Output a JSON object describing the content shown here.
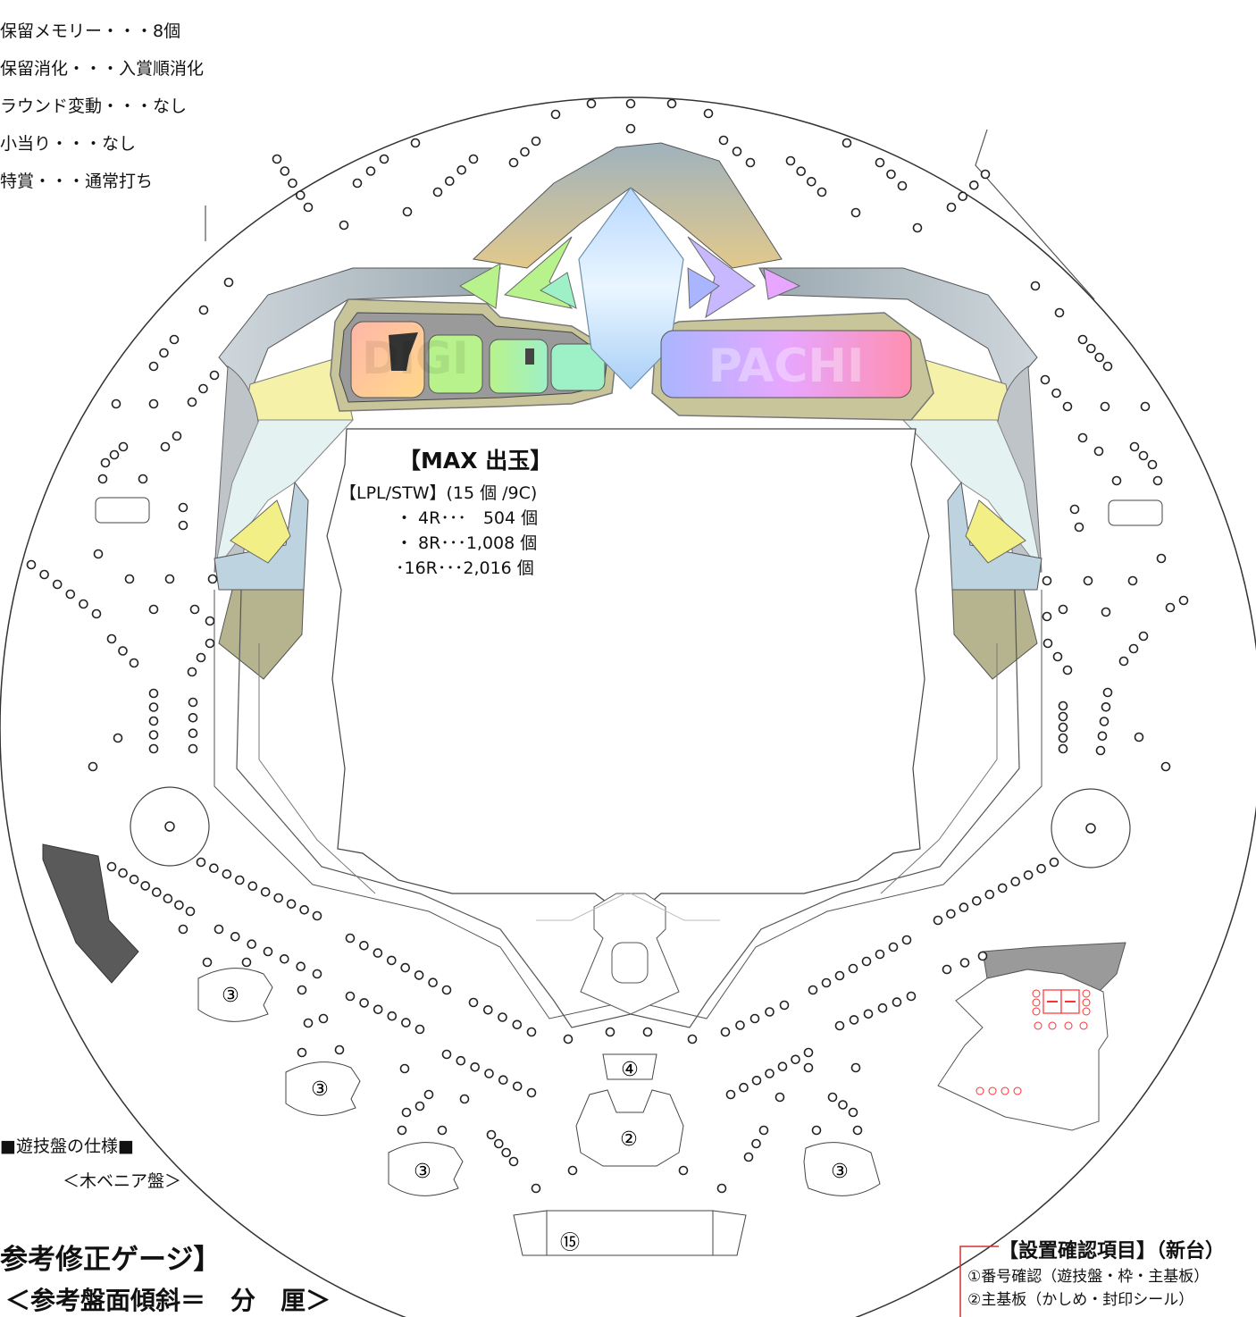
{
  "specs": {
    "lines": [
      "保留メモリー・・・8個",
      "保留消化・・・入賞順消化",
      "ラウンド変動・・・なし",
      "小当り・・・なし",
      "特賞・・・通常打ち"
    ]
  },
  "logo": {
    "left": "DIGI",
    "right": "PACHI"
  },
  "max_output": {
    "title": "【MAX 出玉】",
    "lines": [
      "【LPL/STW】(15 個 /9C)",
      "・ 4R･･･　504 個",
      "・ 8R･･･1,008 個",
      "･16R･･･2,016 個"
    ]
  },
  "board_labels": {
    "pocket_3": "③",
    "pocket_4": "④",
    "pocket_2": "②",
    "attacker_15": "⑮"
  },
  "board_spec": {
    "title": "■遊技盤の仕様■",
    "subtitle": "＜木ベニア盤＞"
  },
  "gauge": {
    "title": "参考修正ゲージ】",
    "subtitle": "＜参考盤面傾斜＝　分　厘＞"
  },
  "checklist": {
    "title": "【設置確認項目】（新台）",
    "items": [
      "①番号確認（遊技盤・枠・主基板）",
      "②主基板（かしめ・封印シール）"
    ]
  },
  "colors": {
    "outline": "#333333",
    "dark_rail": "#5a5a5a",
    "olive": "#b5b48f",
    "wing_blue": "#bdd3df",
    "wing_yellow": "#f6f1a8",
    "logo_frame": "#c9c59a",
    "gem": "#cde6ff",
    "red_led": "#ff3030"
  }
}
